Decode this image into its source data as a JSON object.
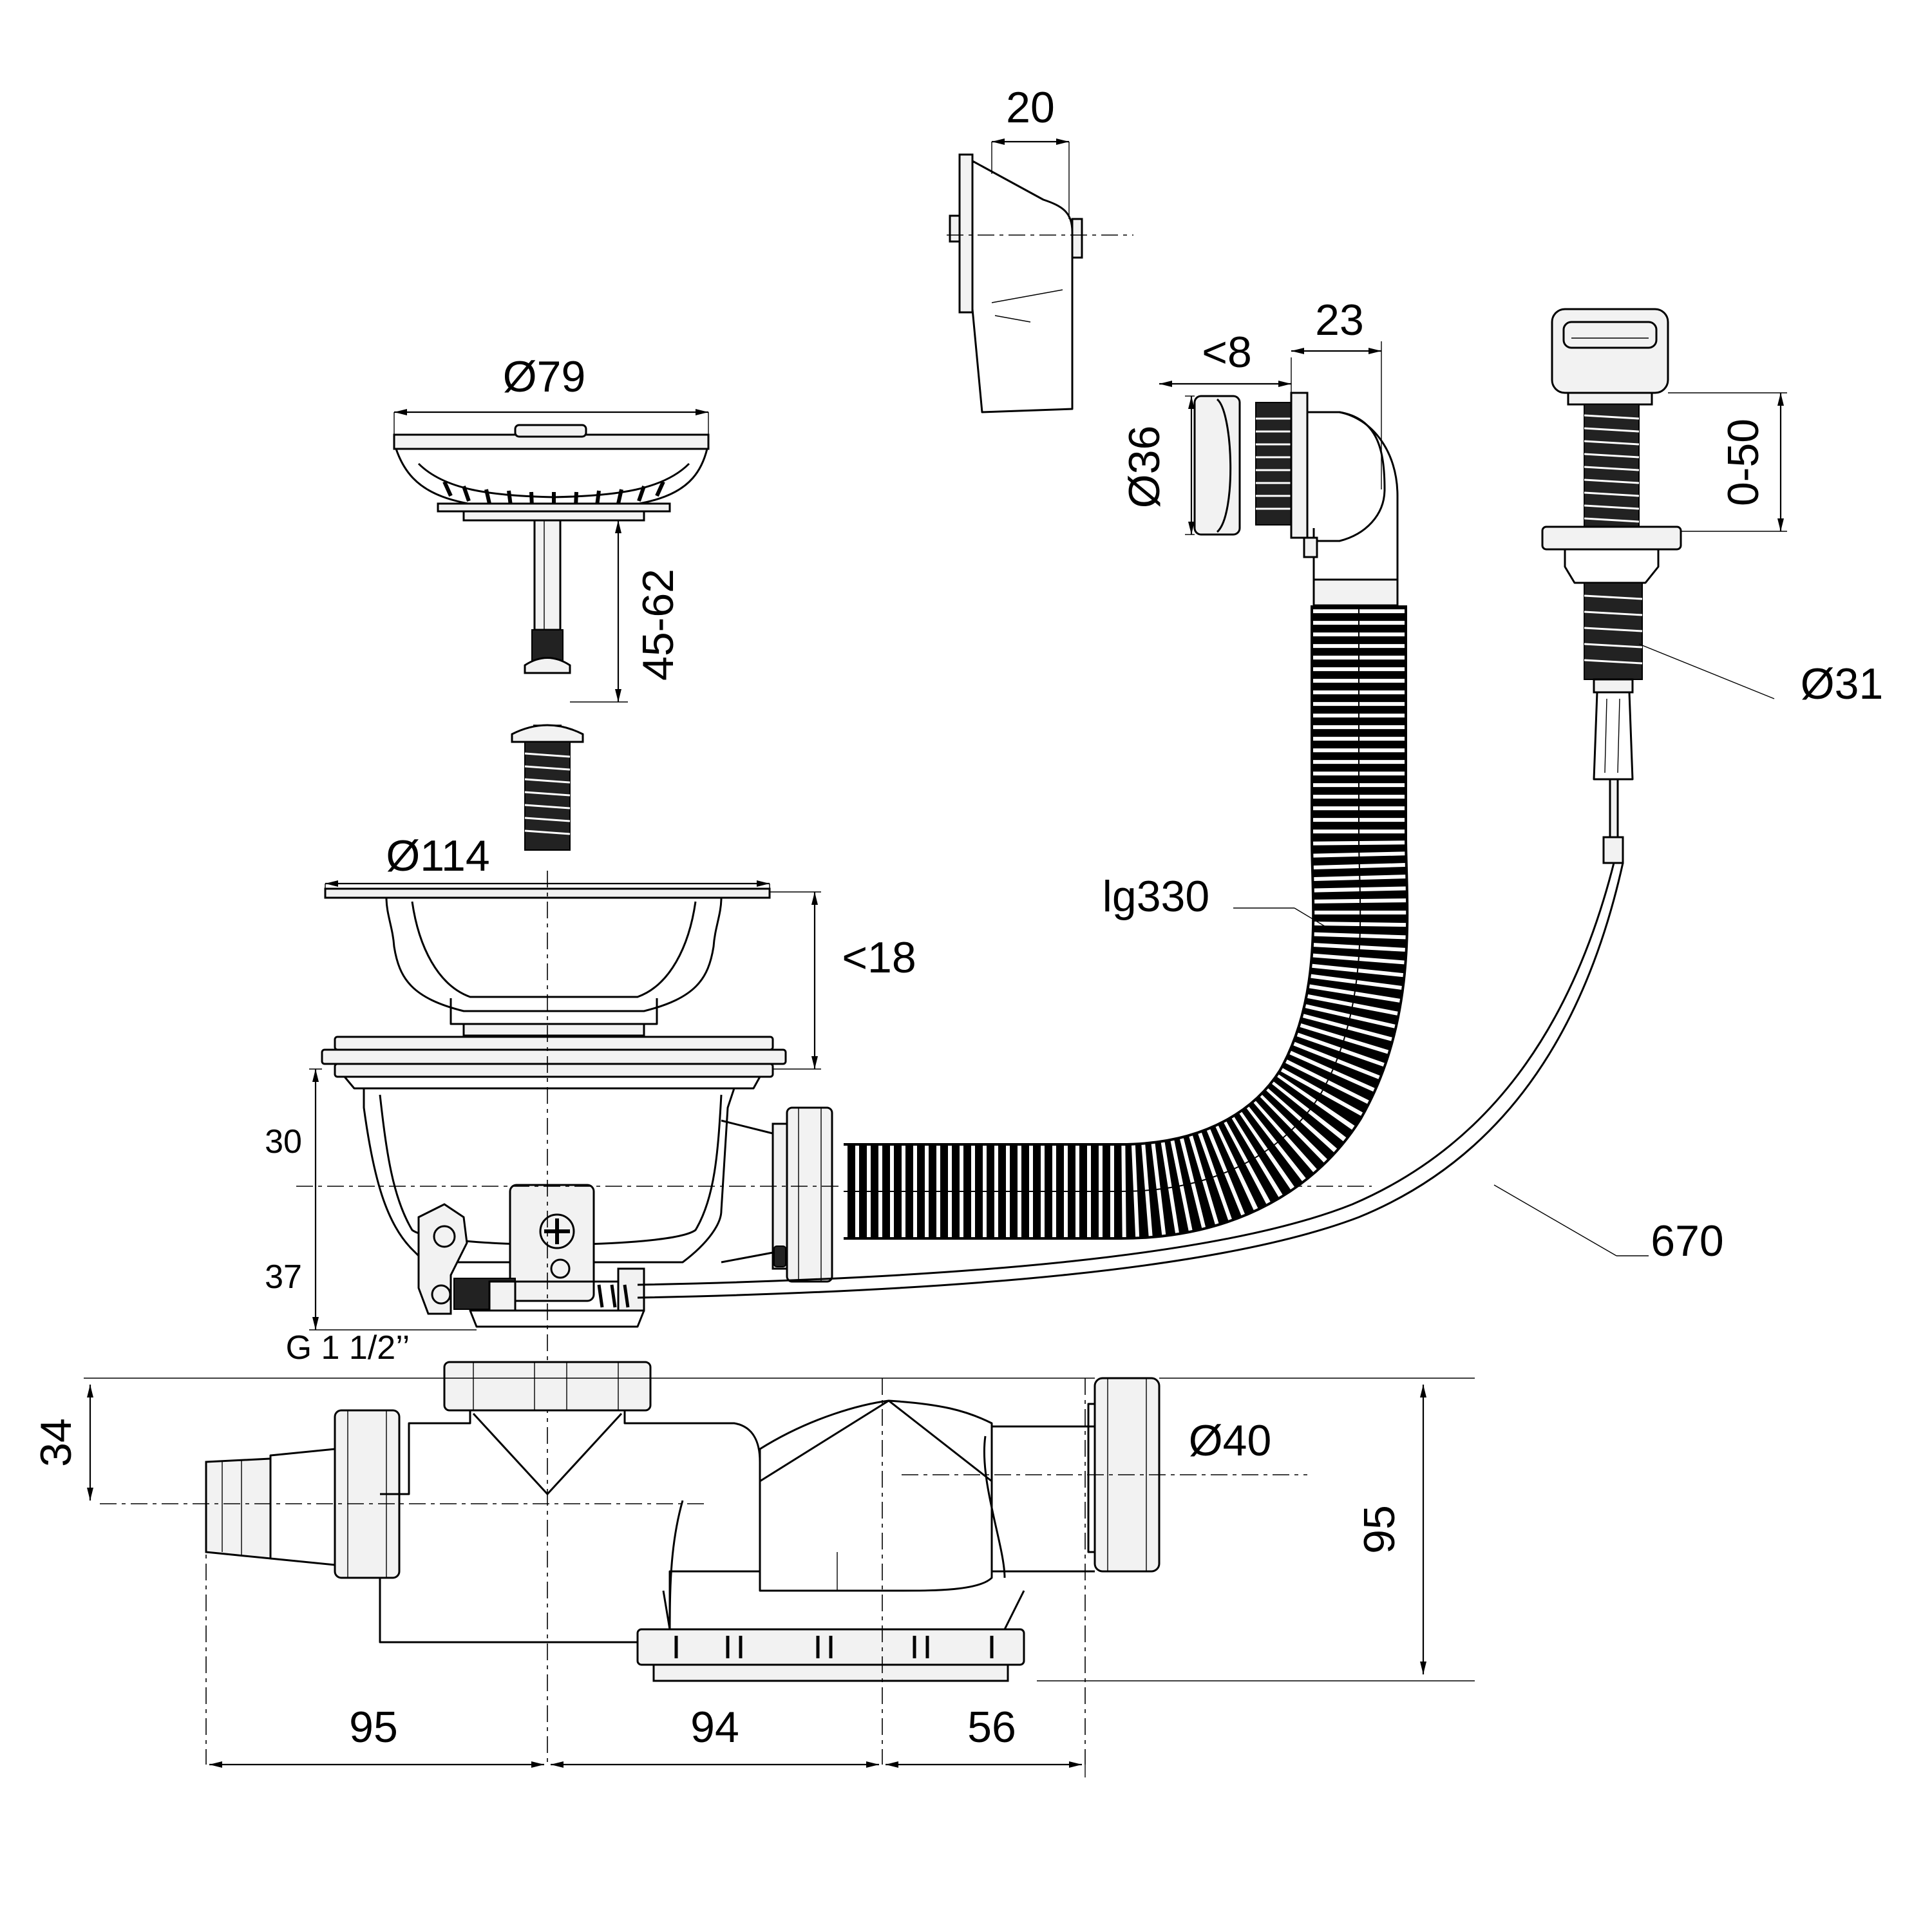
{
  "dimensions": {
    "strainer_cap_diameter": "Ø79",
    "strainer_stem_length": "45-62",
    "basket_flange_diameter": "Ø114",
    "basket_depth": "<18",
    "body_upper_height": "30",
    "body_lower_height": "37",
    "outlet_thread": "G 1 1/2’’",
    "overflow_cover_width": "20",
    "overflow_nut_width": "<8",
    "overflow_elbow_length": "23",
    "overflow_diameter": "Ø36",
    "hose_length": "lg330",
    "button_stroke": "0-50",
    "button_diameter": "Ø31",
    "cable_length": "670",
    "trap_inlet_offset": "34",
    "trap_outlet_diameter": "Ø40",
    "trap_height": "95",
    "span_left": "95",
    "span_middle": "94",
    "span_right": "56"
  },
  "colors": {
    "line": "#000000",
    "background": "#ffffff"
  }
}
